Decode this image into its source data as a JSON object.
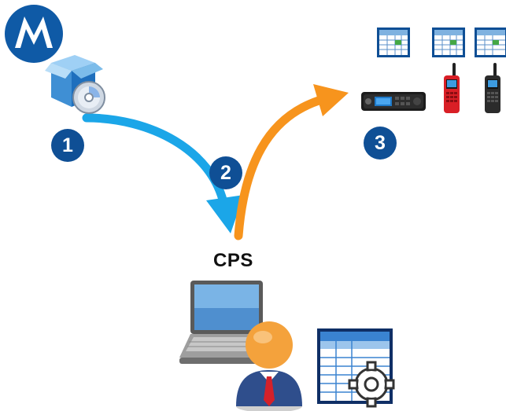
{
  "steps": [
    {
      "label": "1"
    },
    {
      "label": "2"
    },
    {
      "label": "3"
    }
  ],
  "cps_label": "CPS",
  "icons": {
    "logo": "motorola-logo-icon",
    "package": "software-package-icon",
    "radios": [
      "mobile-radio-icon",
      "portable-radio-red-icon",
      "portable-radio-black-icon"
    ],
    "codeplugs": [
      "codeplug-icon",
      "codeplug-icon",
      "codeplug-icon"
    ],
    "laptop": "laptop-icon",
    "user": "user-icon",
    "config": "config-sheet-gear-icon"
  },
  "colors": {
    "arrow_blue": "#1ba6e8",
    "arrow_orange": "#f7941d",
    "step_badge": "#0f4f95"
  }
}
